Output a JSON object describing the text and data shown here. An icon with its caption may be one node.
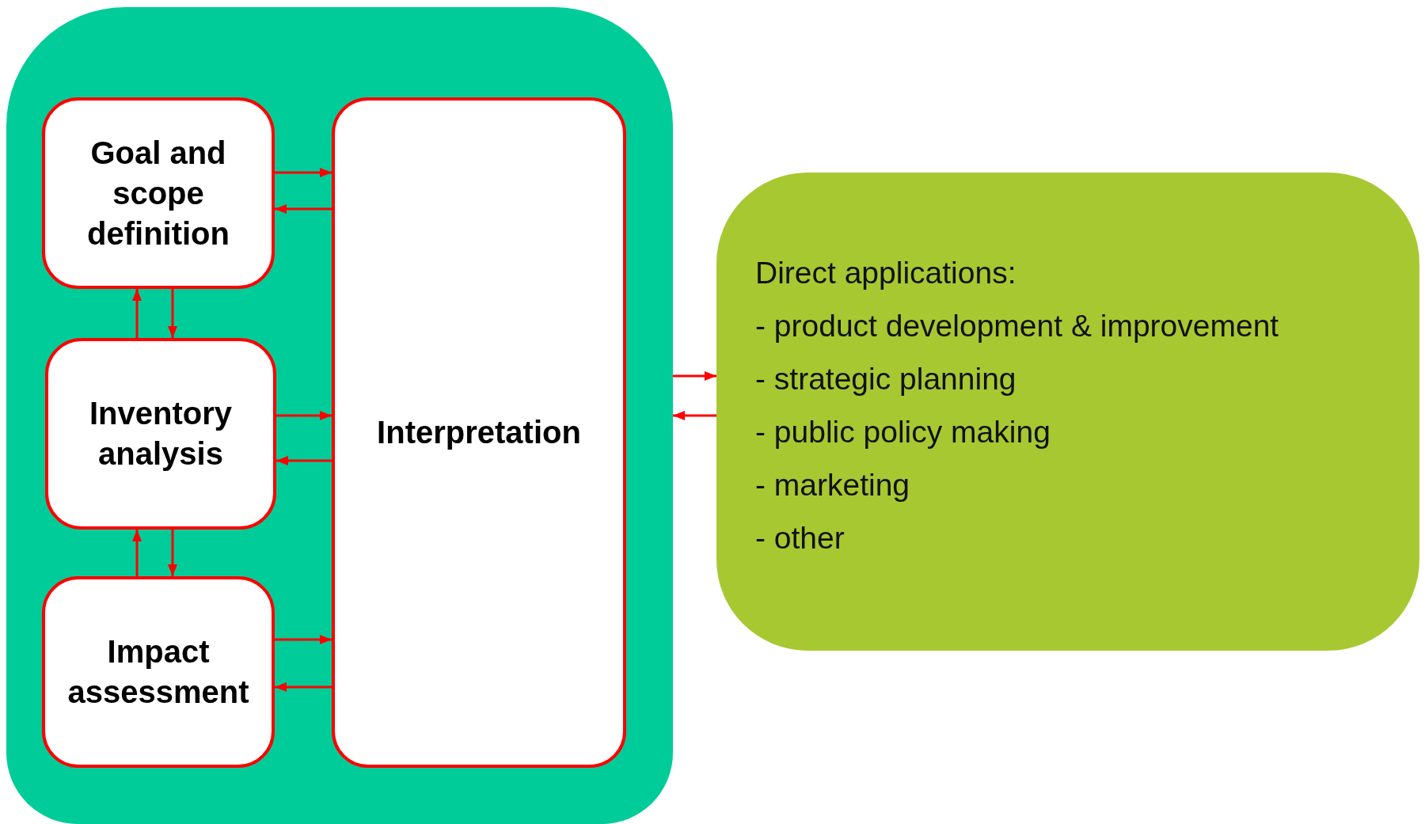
{
  "diagram": {
    "nodes": [
      {
        "text": [],
        "shape": "box"
      },
      {
        "text": [
          "Goal and scope definition"
        ],
        "in": 0
      },
      {
        "text": [
          "Inventory analysis"
        ],
        "in": 0
      },
      {
        "text": [
          "Impact assessment"
        ],
        "in": 0
      },
      {
        "text": [
          "Interpretation"
        ],
        "in": 0
      },
      {
        "text": [
          "Direct applications:",
          "- product development & improvement",
          "- strategic planning",
          "- public policy making",
          "- marketing",
          "- other"
        ]
      }
    ],
    "edges": [
      {
        "from": 1,
        "to": 4,
        "arrow": "to"
      },
      {
        "from": 4,
        "to": 1,
        "arrow": "to"
      },
      {
        "from": 2,
        "to": 4,
        "arrow": "to"
      },
      {
        "from": 4,
        "to": 2,
        "arrow": "to"
      },
      {
        "from": 3,
        "to": 4,
        "arrow": "to"
      },
      {
        "from": 4,
        "to": 3,
        "arrow": "to"
      },
      {
        "from": 2,
        "to": 1,
        "arrow": "to"
      },
      {
        "from": 1,
        "to": 2,
        "arrow": "to"
      },
      {
        "from": 3,
        "to": 2,
        "arrow": "to"
      },
      {
        "from": 2,
        "to": 3,
        "arrow": "to"
      },
      {
        "from": 0,
        "to": 5,
        "arrow": "to"
      },
      {
        "from": 5,
        "to": 0,
        "arrow": "to"
      }
    ]
  }
}
